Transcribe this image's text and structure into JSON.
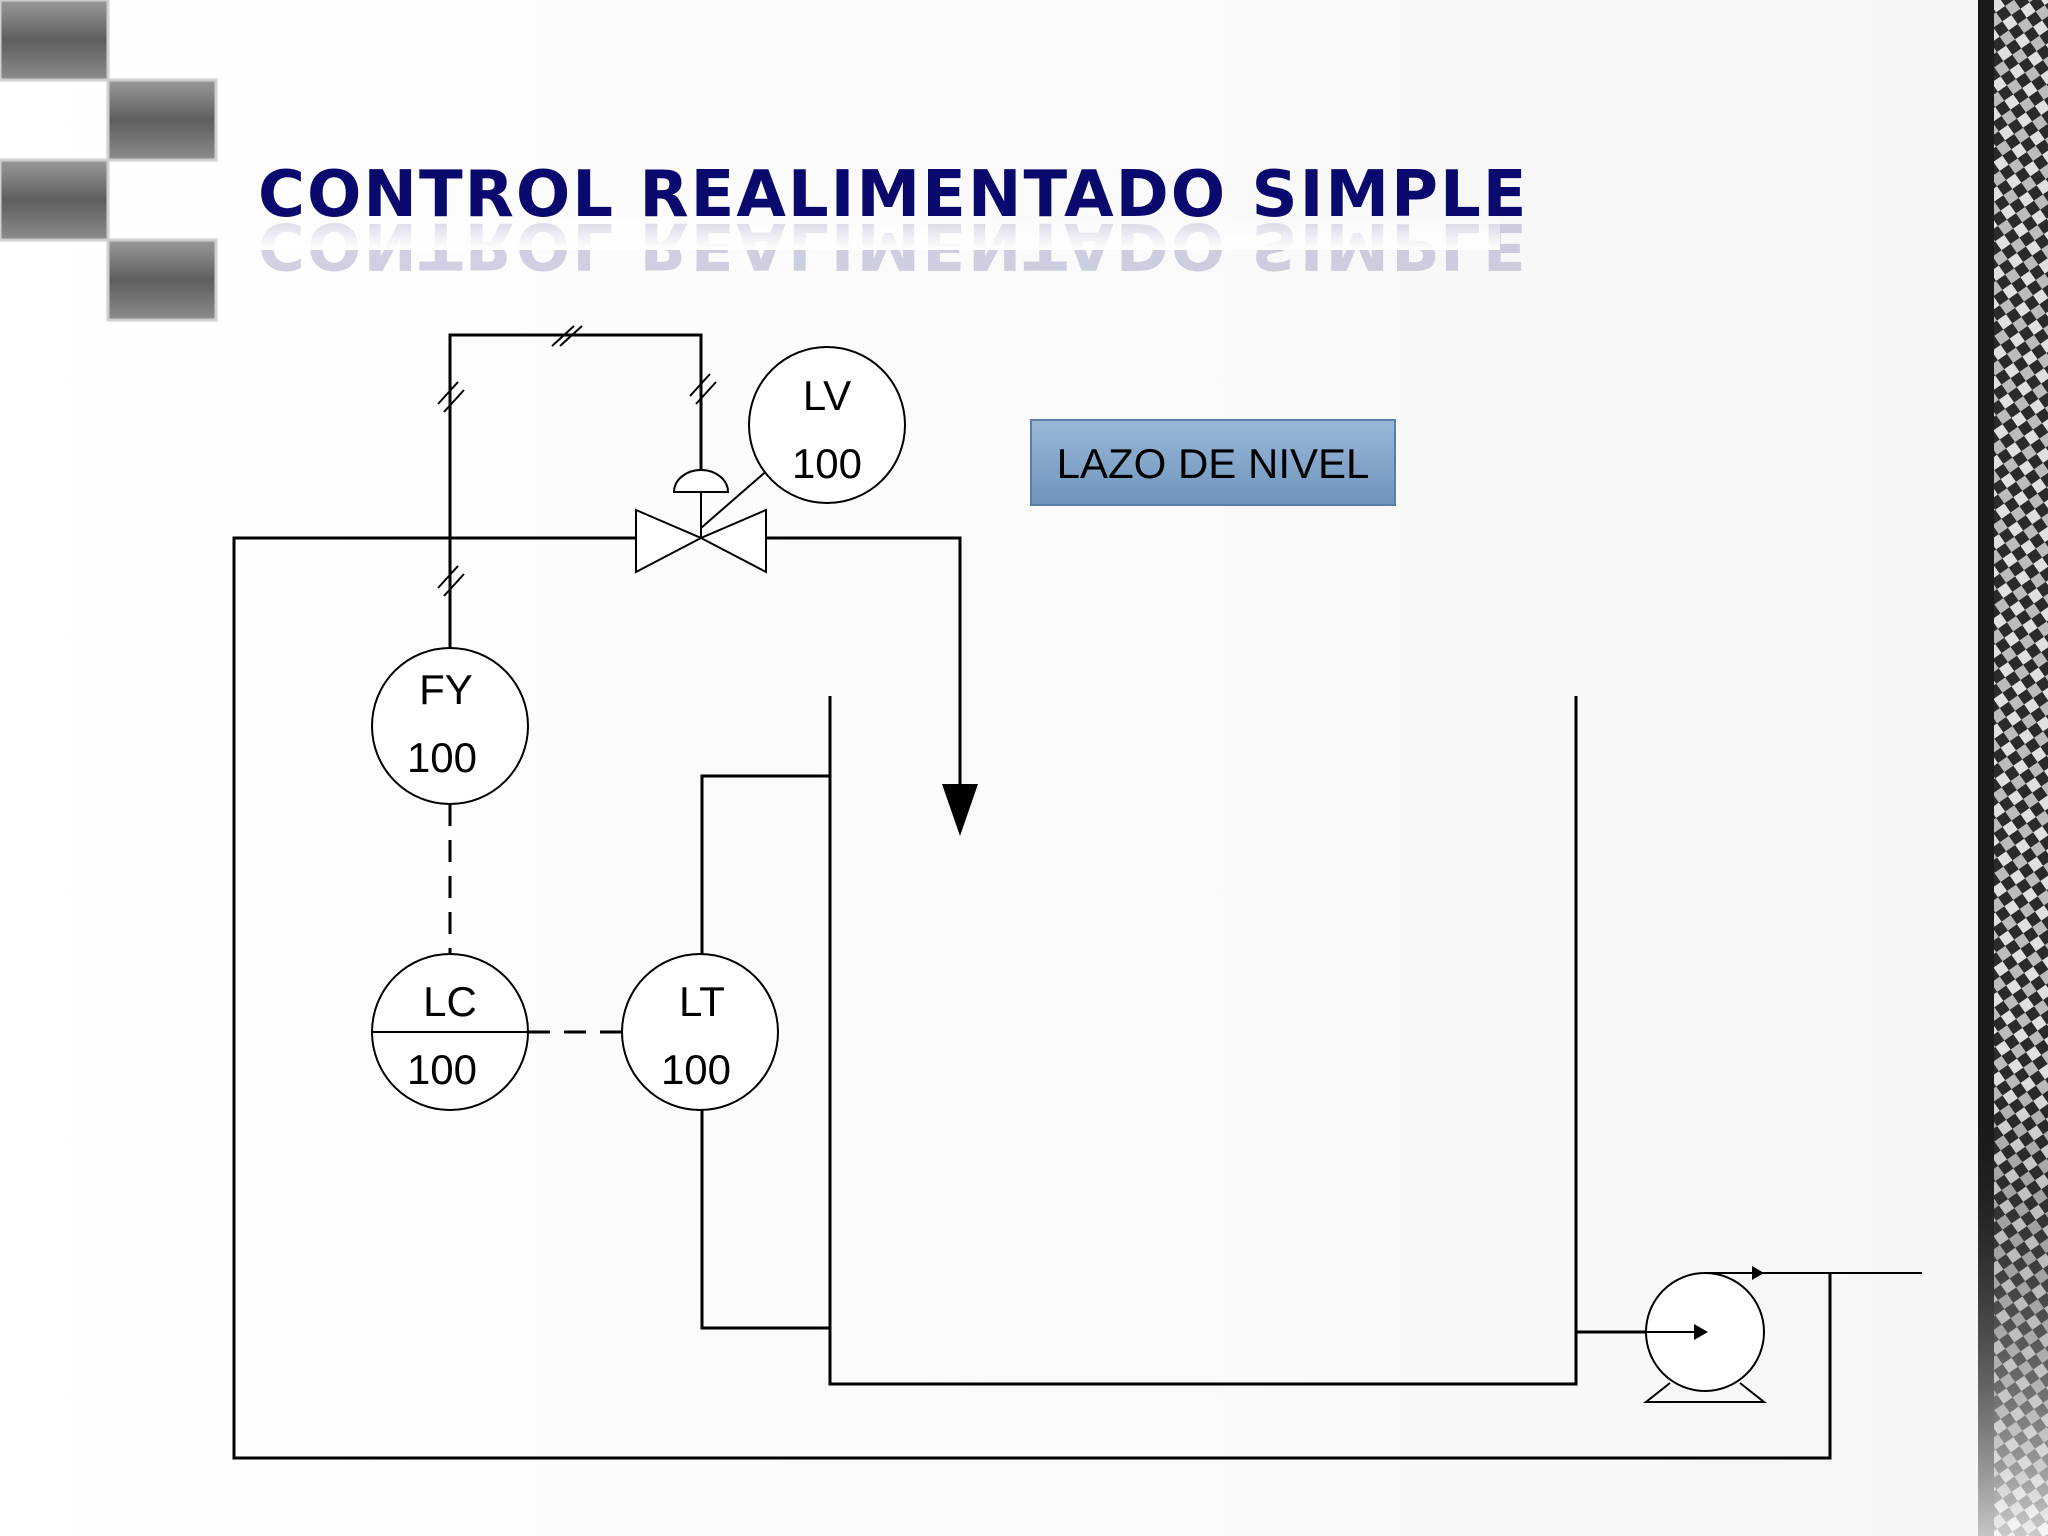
{
  "slide": {
    "title": "CONTROL REALIMENTADO SIMPLE",
    "badge_label": "LAZO DE NIVEL"
  },
  "instruments": {
    "lv": {
      "tag": "LV",
      "number": "100"
    },
    "fy": {
      "tag": "FY",
      "number": "100"
    },
    "lc": {
      "tag": "LC",
      "number": "100"
    },
    "lt": {
      "tag": "LT",
      "number": "100"
    }
  },
  "colors": {
    "title": "#0a0a6e",
    "badge_fill": "#7fa3c8",
    "decor_squares": "#6e6e6e"
  }
}
